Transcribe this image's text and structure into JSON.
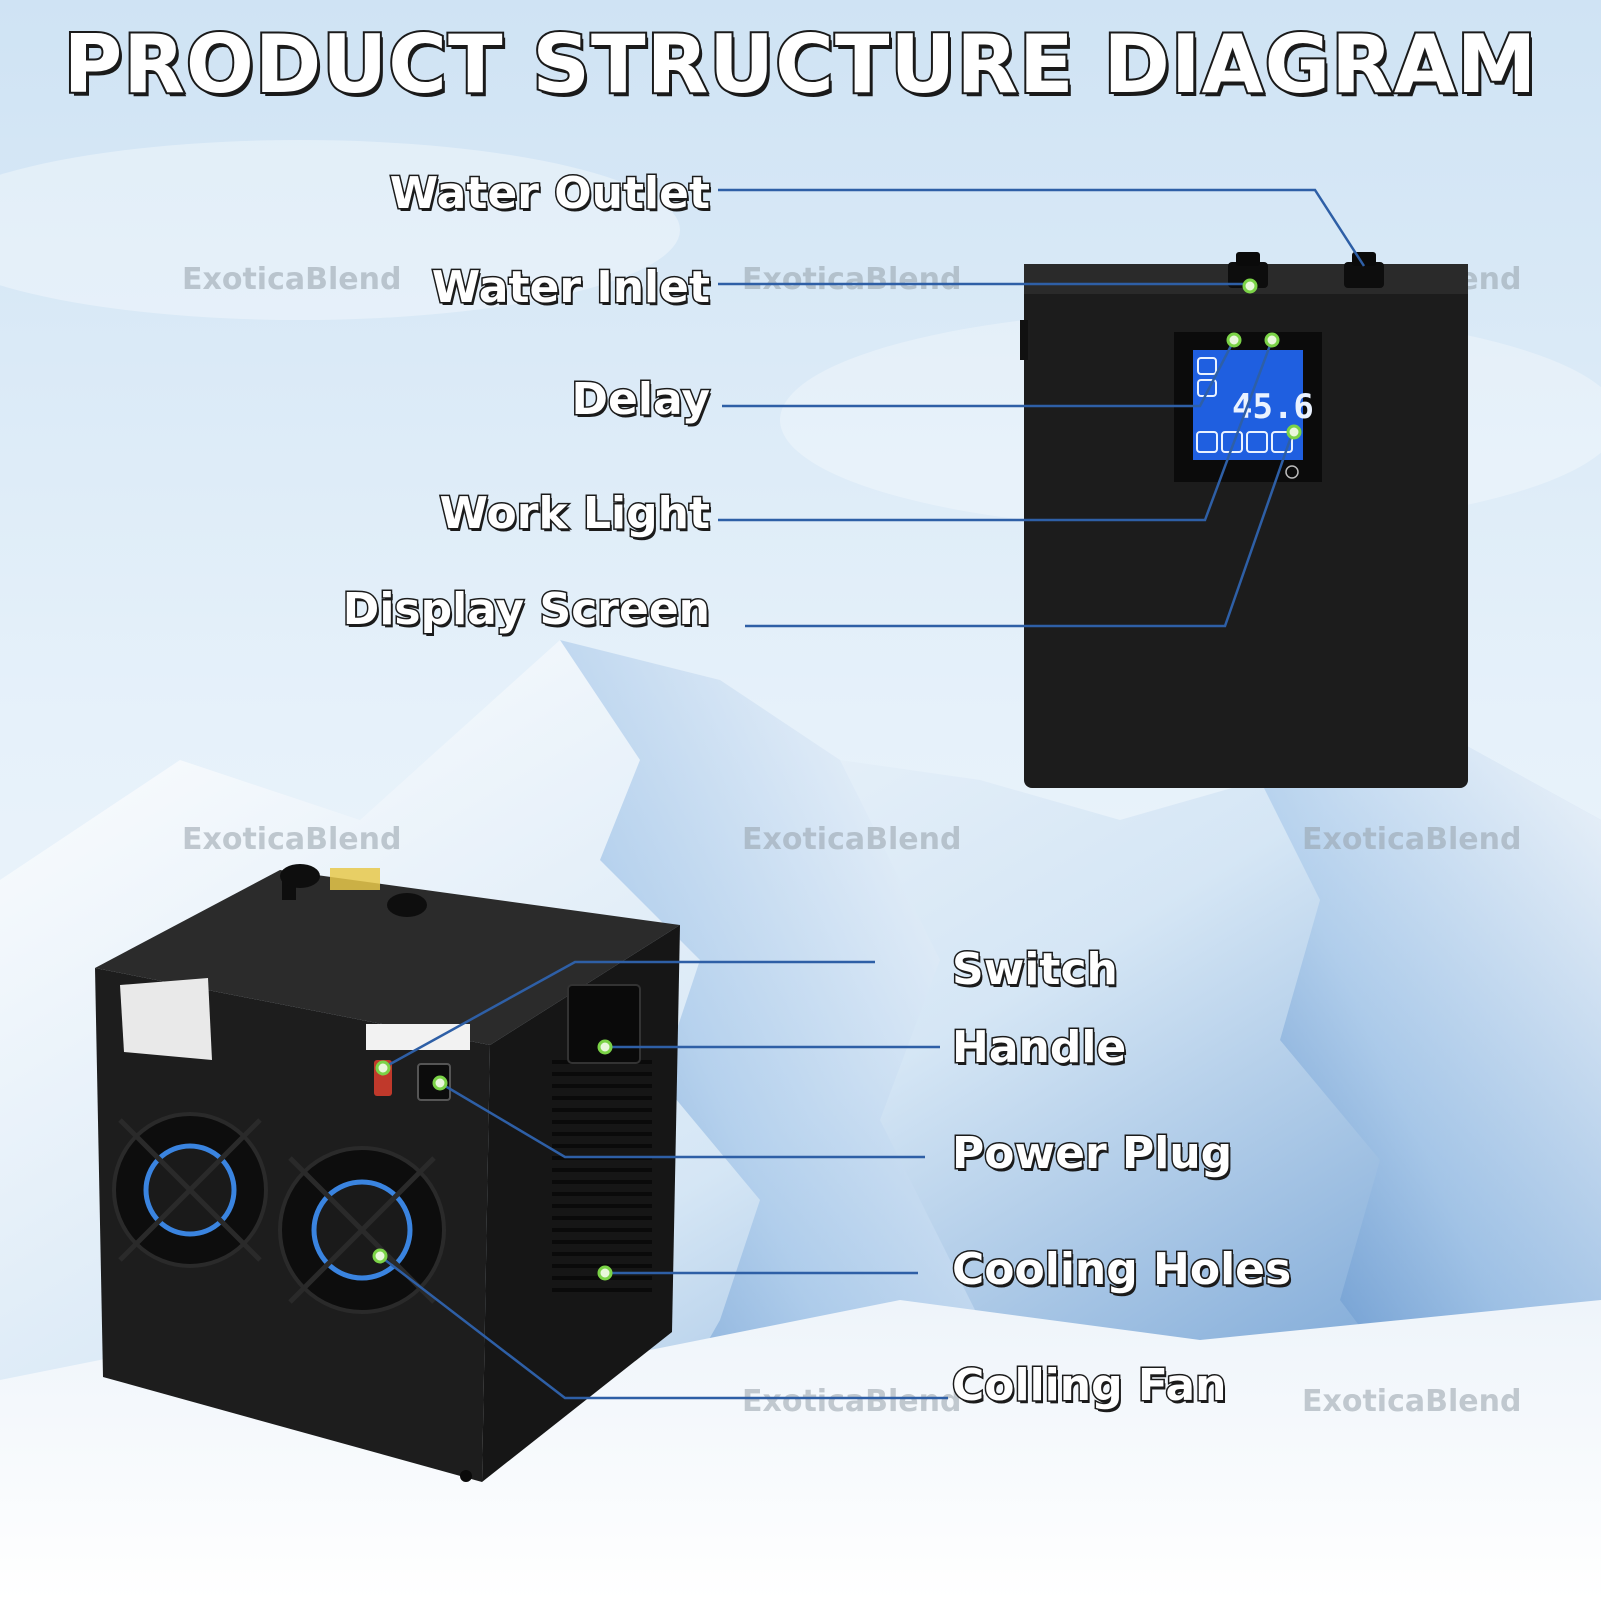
{
  "title": "PRODUCT STRUCTURE DIAGRAM",
  "watermark": "ExoticaBlend",
  "top_unit": {
    "display_reading": "45.6",
    "labels": {
      "water_outlet": "Water Outlet",
      "water_inlet": "Water Inlet",
      "delay": "Delay",
      "work_light": "Work Light",
      "display_screen": "Display Screen"
    }
  },
  "bottom_unit": {
    "labels": {
      "switch": "Switch",
      "handle": "Handle",
      "power_plug": "Power Plug",
      "cooling_holes": "Cooling Holes",
      "cooling_fan": "Colling Fan"
    }
  },
  "colors": {
    "leader_line": "#2e5fa6",
    "dot_fill": "#e9f7dc",
    "dot_stroke": "#7bd347",
    "unit_body": "#1c1c1c",
    "lcd": "#1f5fe0"
  }
}
